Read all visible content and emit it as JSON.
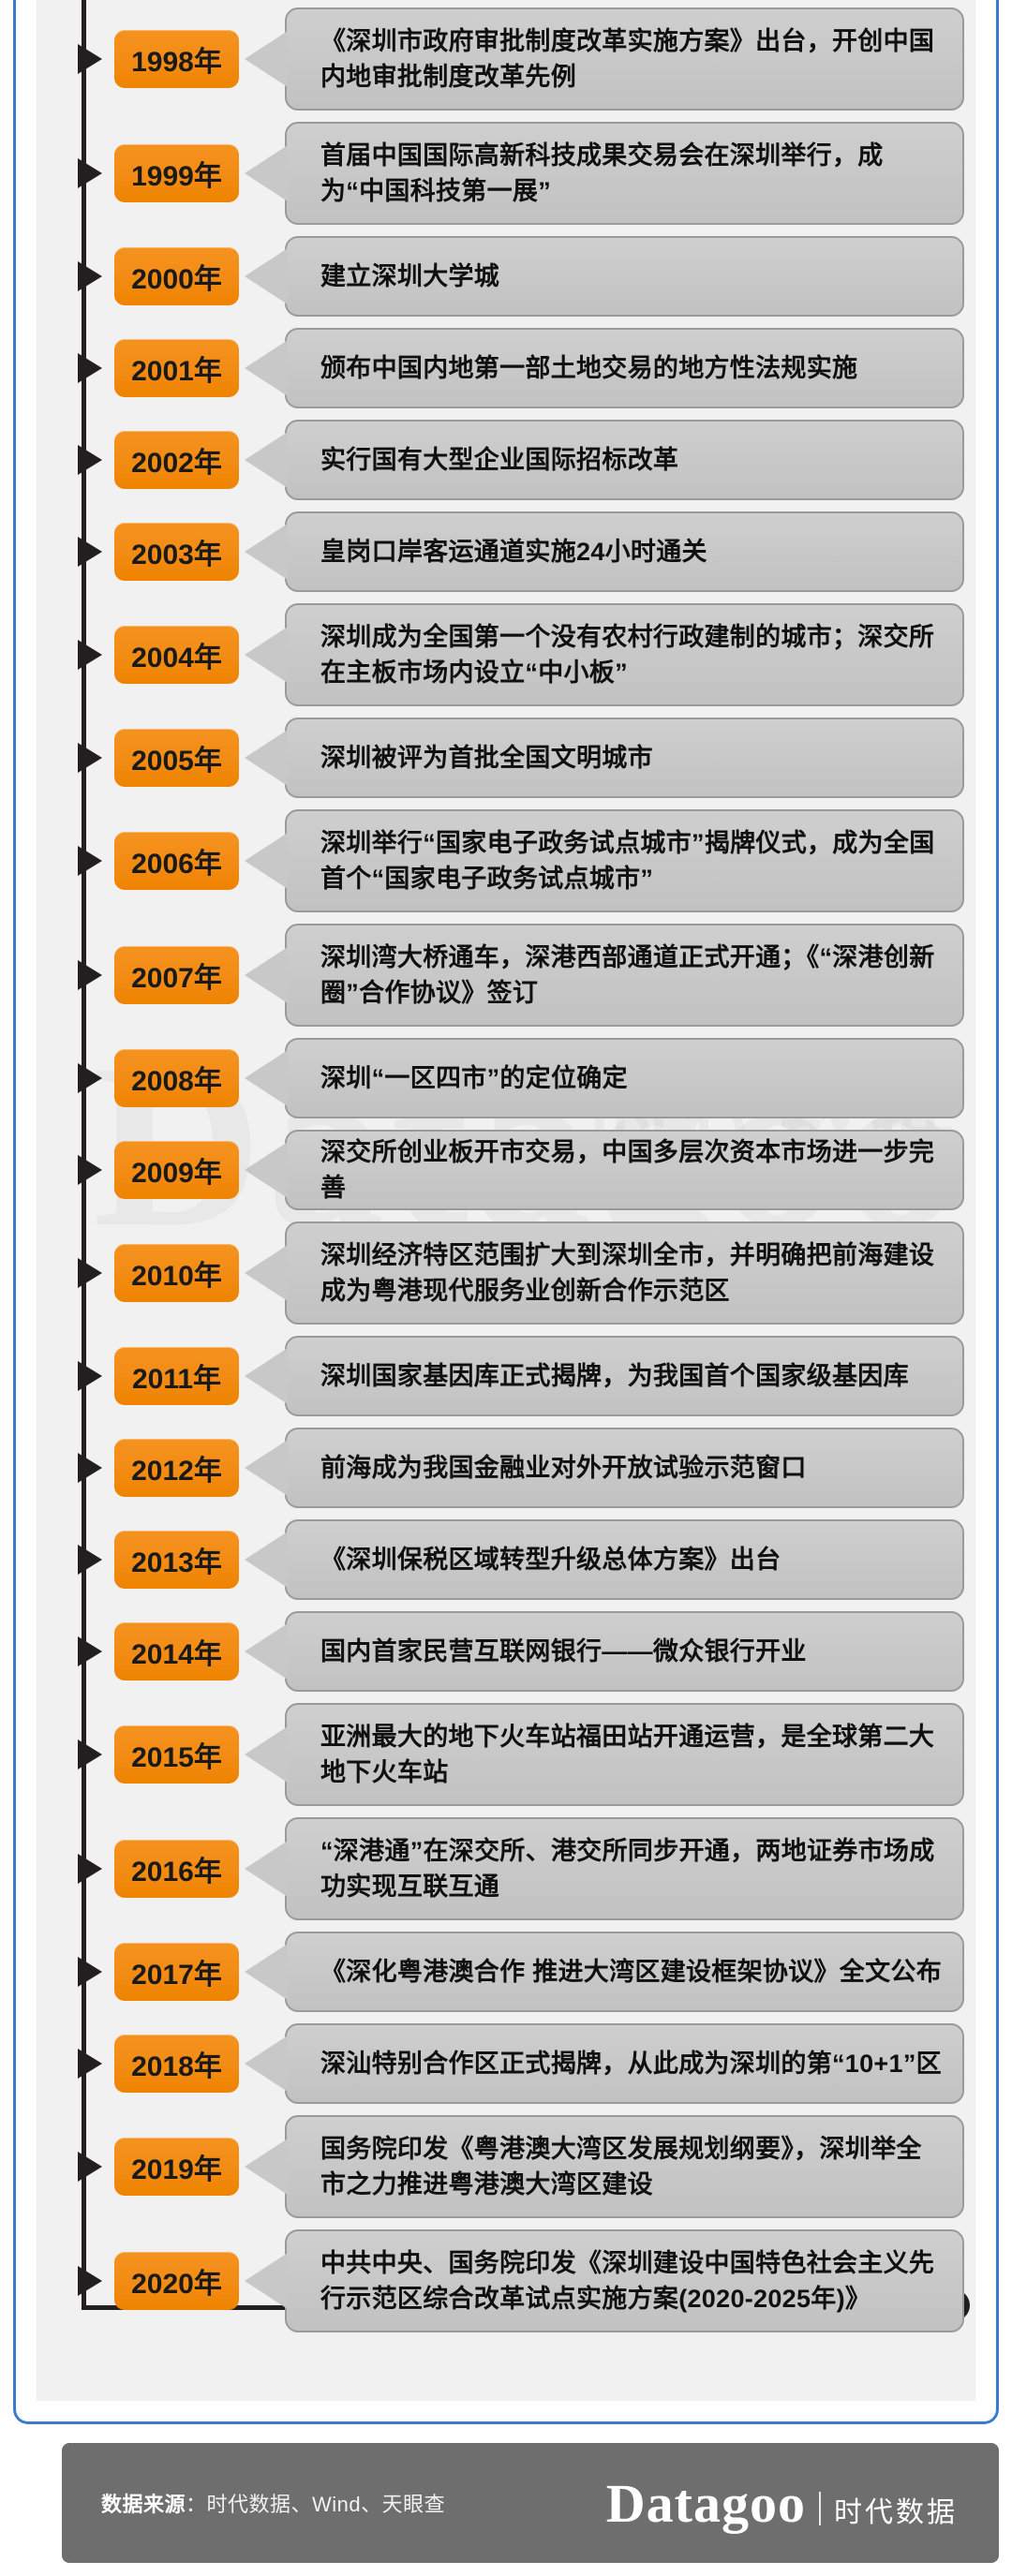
{
  "card": {
    "watermark": "Datagoo",
    "watermark_sub": "时代数据"
  },
  "timeline": {
    "axis_color": "#231f20",
    "badge_color": "#f38b13",
    "bubble_color": "#c8c8c8",
    "items": [
      {
        "year": "1998年",
        "text": "《深圳市政府审批制度改革实施方案》出台，开创中国内地审批制度改革先例",
        "lines": 2
      },
      {
        "year": "1999年",
        "text": "首届中国国际高新科技成果交易会在深圳举行，成为“中国科技第一展”",
        "lines": 2
      },
      {
        "year": "2000年",
        "text": "建立深圳大学城",
        "lines": 1
      },
      {
        "year": "2001年",
        "text": "颁布中国内地第一部土地交易的地方性法规实施",
        "lines": 1
      },
      {
        "year": "2002年",
        "text": "实行国有大型企业国际招标改革",
        "lines": 1
      },
      {
        "year": "2003年",
        "text": "皇岗口岸客运通道实施24小时通关",
        "lines": 1
      },
      {
        "year": "2004年",
        "text": "深圳成为全国第一个没有农村行政建制的城市；深交所在主板市场内设立“中小板”",
        "lines": 2
      },
      {
        "year": "2005年",
        "text": "深圳被评为首批全国文明城市",
        "lines": 1
      },
      {
        "year": "2006年",
        "text": "深圳举行“国家电子政务试点城市”揭牌仪式，成为全国首个“国家电子政务试点城市”",
        "lines": 2
      },
      {
        "year": "2007年",
        "text": "深圳湾大桥通车，深港西部通道正式开通；《“深港创新圈”合作协议》签订",
        "lines": 2
      },
      {
        "year": "2008年",
        "text": "深圳“一区四市”的定位确定",
        "lines": 1
      },
      {
        "year": "2009年",
        "text": "深交所创业板开市交易，中国多层次资本市场进一步完善",
        "lines": 1
      },
      {
        "year": "2010年",
        "text": "深圳经济特区范围扩大到深圳全市，并明确把前海建设成为粤港现代服务业创新合作示范区",
        "lines": 2
      },
      {
        "year": "2011年",
        "text": "深圳国家基因库正式揭牌，为我国首个国家级基因库",
        "lines": 1
      },
      {
        "year": "2012年",
        "text": "前海成为我国金融业对外开放试验示范窗口",
        "lines": 1
      },
      {
        "year": "2013年",
        "text": "《深圳保税区域转型升级总体方案》出台",
        "lines": 1
      },
      {
        "year": "2014年",
        "text": "国内首家民营互联网银行——微众银行开业",
        "lines": 1
      },
      {
        "year": "2015年",
        "text": "亚洲最大的地下火车站福田站开通运营，是全球第二大地下火车站",
        "lines": 2
      },
      {
        "year": "2016年",
        "text": "“深港通”在深交所、港交所同步开通，两地证券市场成功实现互联互通",
        "lines": 2
      },
      {
        "year": "2017年",
        "text": "《深化粤港澳合作 推进大湾区建设框架协议》全文公布",
        "lines": 1
      },
      {
        "year": "2018年",
        "text": "深汕特别合作区正式揭牌，从此成为深圳的第“10+1”区",
        "lines": 1
      },
      {
        "year": "2019年",
        "text": "国务院印发《粤港澳大湾区发展规划纲要》，深圳举全市之力推进粤港澳大湾区建设",
        "lines": 2
      },
      {
        "year": "2020年",
        "text": "中共中央、国务院印发《深圳建设中国特色社会主义先行示范区综合改革试点实施方案(2020-2025年)》",
        "lines": 2
      }
    ]
  },
  "footer": {
    "source_label": "数据来源",
    "source_sep": "：",
    "source_value": "时代数据、Wind、天眼查",
    "brand_main": "Datagoo",
    "brand_sub": "时代数据",
    "background": "#6e6e6e"
  }
}
